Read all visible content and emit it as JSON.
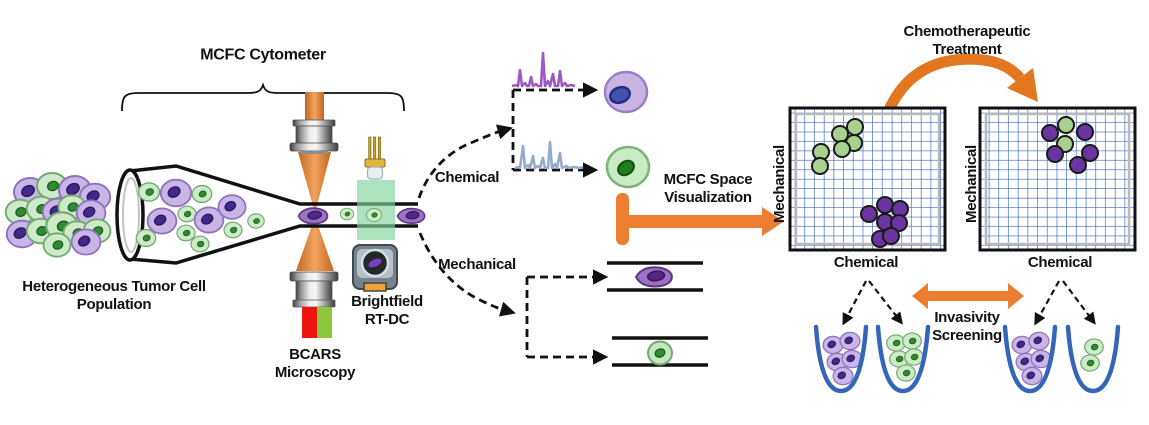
{
  "diagram": {
    "cytometer_label": "MCFC Cytometer",
    "population_label": "Heterogeneous Tumor Cell Population",
    "bcars_label": "BCARS Microscopy",
    "brightfield_label": "Brightfield RT-DC",
    "chemical_branch_label": "Chemical",
    "mechanical_branch_label": "Mechanical",
    "mcfc_space_label": "MCFC Space Visualization",
    "chemo_label": "Chemotherapeutic Treatment",
    "invasivity_label": "Invasivity Screening"
  },
  "plots": {
    "left": {
      "ylabel": "Mechanical",
      "xlabel": "Chemical",
      "dot_radius": 8,
      "clusters": [
        {
          "name": "green-cells",
          "color": "#a9d18e",
          "points": [
            [
              855,
              127
            ],
            [
              840,
              134
            ],
            [
              854,
              143
            ],
            [
              842,
              149
            ],
            [
              821,
              152
            ],
            [
              820,
              166
            ]
          ]
        },
        {
          "name": "purple-cells",
          "color": "#6a35a0",
          "points": [
            [
              869,
              214
            ],
            [
              885,
              205
            ],
            [
              900,
              209
            ],
            [
              885,
              222
            ],
            [
              899,
              223
            ],
            [
              880,
              239
            ],
            [
              891,
              236
            ]
          ]
        }
      ]
    },
    "right": {
      "ylabel": "Mechanical",
      "xlabel": "Chemical",
      "dot_radius": 8,
      "clusters": [
        {
          "name": "green-cells",
          "color": "#a9d18e",
          "points": [
            [
              1066,
              125
            ],
            [
              1065,
              144
            ]
          ]
        },
        {
          "name": "purple-cells",
          "color": "#6a35a0",
          "points": [
            [
              1050,
              133
            ],
            [
              1085,
              132
            ],
            [
              1055,
              154
            ],
            [
              1090,
              153
            ],
            [
              1078,
              165
            ]
          ]
        }
      ]
    }
  },
  "colors": {
    "accent_orange": "#ed7d31",
    "beam_orange": "#e08a3c",
    "grid_blue": "#3a66c4",
    "well_blue": "#3465b8",
    "green_cell": "#cdebc9",
    "purple_cell": "#c9b6e6",
    "red_signal": "#ee1511",
    "green_signal": "#8dc63f",
    "spectrum_purple": "#9c59c4",
    "spectrum_blue": "#96abcb"
  }
}
